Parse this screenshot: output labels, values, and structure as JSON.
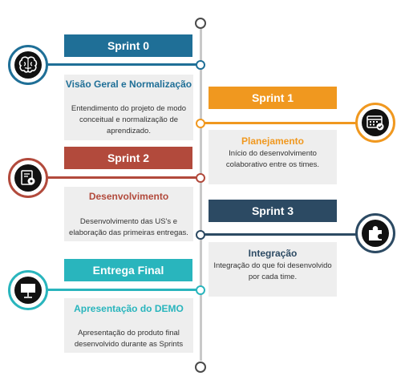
{
  "colors": {
    "sprint0": "#1f6f97",
    "sprint1": "#f0981f",
    "sprint2": "#b24a3c",
    "sprint3": "#2c4a63",
    "final": "#29b5bd"
  },
  "stages": {
    "s0": {
      "label": "Sprint 0",
      "title": "Visão Geral e Normalização",
      "description": "Entendimento do projeto de modo conceitual e normalização de aprendizado.",
      "icon": "brain-icon"
    },
    "s1": {
      "label": "Sprint 1",
      "title": "Planejamento",
      "description": "Início do desenvolvimento colaborativo entre os times.",
      "icon": "calendar-check-icon"
    },
    "s2": {
      "label": "Sprint 2",
      "title": "Desenvolvimento",
      "description": "Desenvolvimento das US's e elaboração das primeiras entregas.",
      "icon": "document-gear-icon"
    },
    "s3": {
      "label": "Sprint 3",
      "title": "Integração",
      "description": "Integração do que foi desenvolvido por cada time.",
      "icon": "puzzle-icon"
    },
    "final": {
      "label": "Entrega Final",
      "title": "Apresentação do DEMO",
      "description": "Apresentação do produto final desenvolvido durante as Sprints",
      "icon": "presentation-board-icon"
    }
  }
}
